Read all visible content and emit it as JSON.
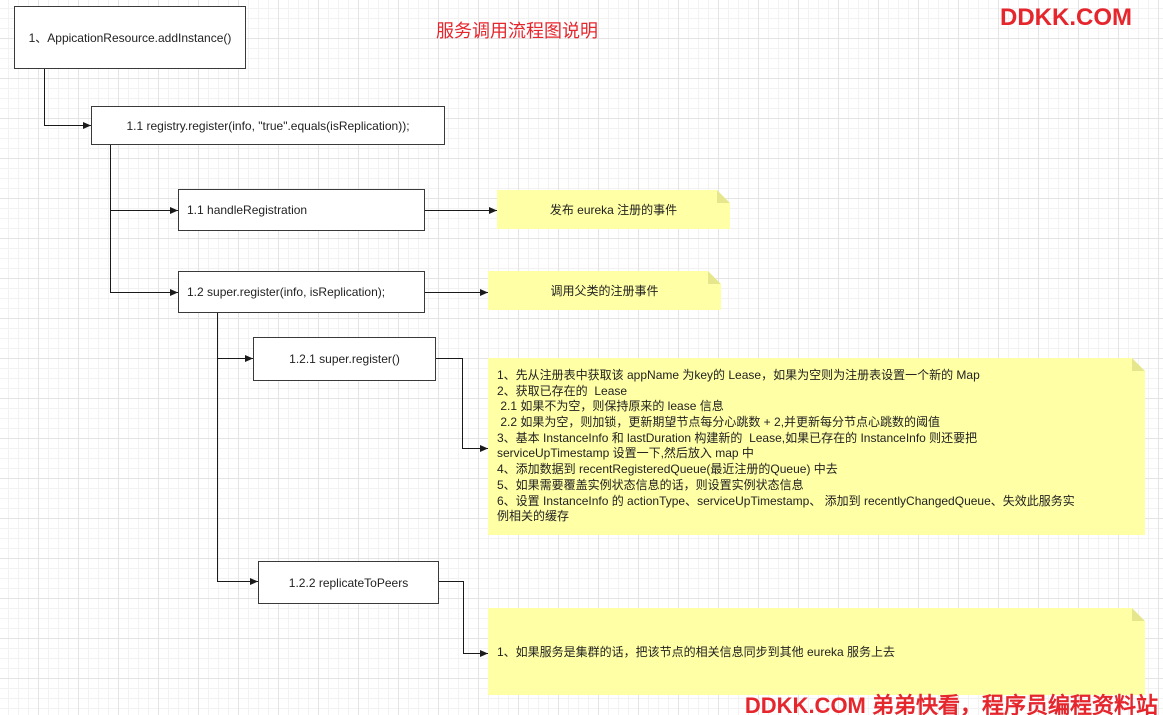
{
  "title": "服务调用流程图说明",
  "watermark_top": "DDKK.COM",
  "watermark_bottom": "DDKK.COM 弟弟快看，程序员编程资料站",
  "colors": {
    "accent": "#e5262d",
    "note": "#ffffa6",
    "note_fold": "#e6e68c",
    "stroke": "#3a3a3a"
  },
  "nodes": {
    "add_instance": "1、AppicationResource.addInstance()",
    "registry_register": "1.1 registry.register(info, \"true\".equals(isReplication));",
    "handle_registration": "1.1 handleRegistration",
    "super_register": "1.2 super.register(info, isReplication);",
    "super_register_inner": "1.2.1 super.register()",
    "replicate_to_peers": "1.2.2 replicateToPeers"
  },
  "notes": {
    "publish_event": "发布 eureka 注册的事件",
    "call_parent": "调用父类的注册事件",
    "register_steps": [
      "1、先从注册表中获取该 appName 为key的 Lease，如果为空则为注册表设置一个新的 Map",
      "2、获取已存在的  Lease",
      " 2.1 如果不为空，则保持原来的 lease 信息",
      " 2.2 如果为空，则加锁，更新期望节点每分心跳数 + 2,并更新每分节点心跳数的阈值",
      "3、基本 InstanceInfo 和 lastDuration 构建新的  Lease,如果已存在的 InstanceInfo 则还要把",
      "serviceUpTimestamp 设置一下,然后放入 map 中",
      "4、添加数据到 recentRegisteredQueue(最近注册的Queue) 中去",
      "5、如果需要覆盖实例状态信息的话，则设置实例状态信息",
      "6、设置 InstanceInfo 的 actionType、serviceUpTimestamp、 添加到 recentlyChangedQueue、失效此服务实",
      "例相关的缓存"
    ],
    "replicate": "1、如果服务是集群的话，把该节点的相关信息同步到其他 eureka 服务上去"
  }
}
